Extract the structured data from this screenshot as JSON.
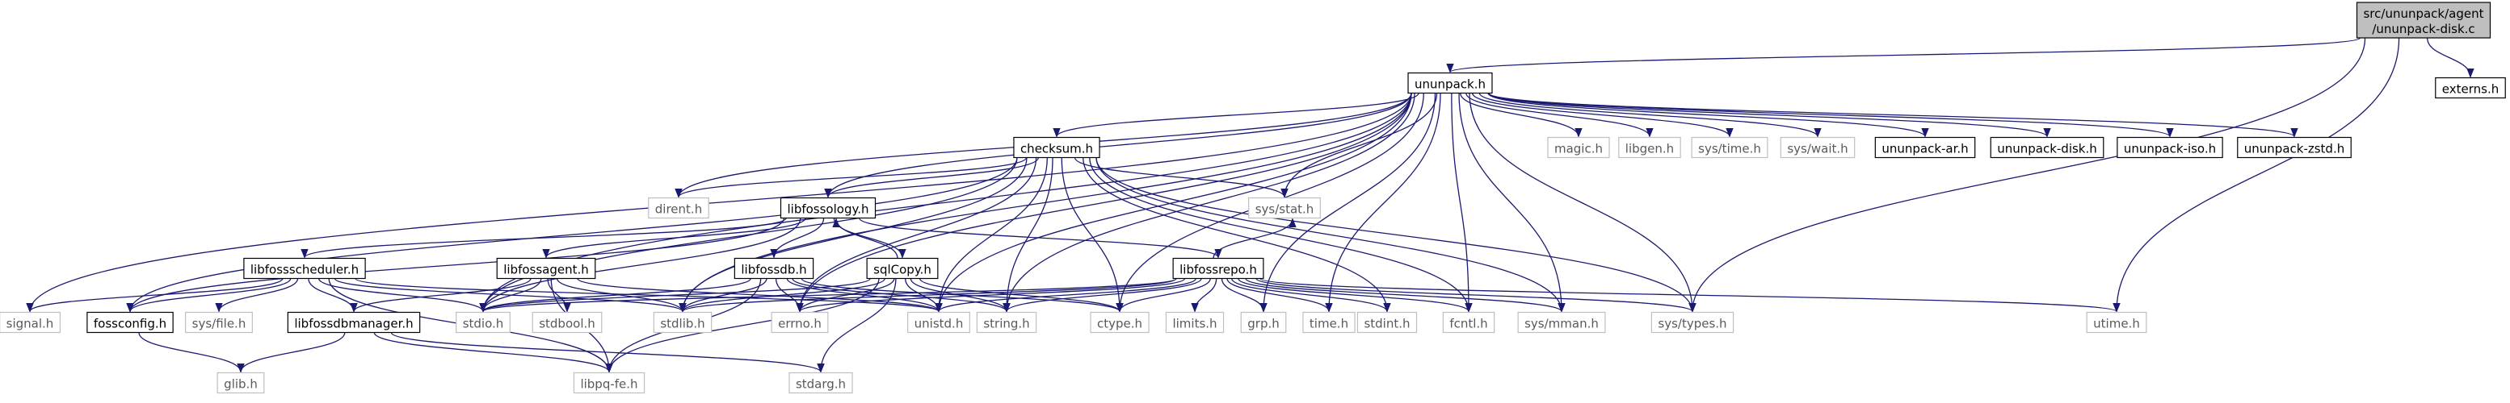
{
  "graph": {
    "colors": {
      "edge": "#191970",
      "node_border": "#000000",
      "node_border_faded": "#bfbfbf",
      "node_fill": "#ffffff",
      "root_fill": "#bfbfbf",
      "text": "#000000",
      "text_faded": "#595959"
    },
    "nodes": [
      {
        "id": "root",
        "lines": [
          "src/ununpack/agent",
          "/ununpack-disk.c"
        ],
        "style": "root"
      },
      {
        "id": "ununpack_h",
        "lines": [
          "ununpack.h"
        ],
        "style": "normal"
      },
      {
        "id": "externs_h",
        "lines": [
          "externs.h"
        ],
        "style": "normal"
      },
      {
        "id": "checksum_h",
        "lines": [
          "checksum.h"
        ],
        "style": "normal"
      },
      {
        "id": "magic_h",
        "lines": [
          "magic.h"
        ],
        "style": "faded"
      },
      {
        "id": "libgen_h",
        "lines": [
          "libgen.h"
        ],
        "style": "faded"
      },
      {
        "id": "systime_h",
        "lines": [
          "sys/time.h"
        ],
        "style": "faded"
      },
      {
        "id": "syswait_h",
        "lines": [
          "sys/wait.h"
        ],
        "style": "faded"
      },
      {
        "id": "ununpack_ar_h",
        "lines": [
          "ununpack-ar.h"
        ],
        "style": "normal"
      },
      {
        "id": "ununpack_disk_h",
        "lines": [
          "ununpack-disk.h"
        ],
        "style": "normal"
      },
      {
        "id": "ununpack_iso_h",
        "lines": [
          "ununpack-iso.h"
        ],
        "style": "normal"
      },
      {
        "id": "ununpack_zstd_h",
        "lines": [
          "ununpack-zstd.h"
        ],
        "style": "normal"
      },
      {
        "id": "dirent_h",
        "lines": [
          "dirent.h"
        ],
        "style": "faded"
      },
      {
        "id": "libfossology_h",
        "lines": [
          "libfossology.h"
        ],
        "style": "normal"
      },
      {
        "id": "sysstat_h",
        "lines": [
          "sys/stat.h"
        ],
        "style": "faded"
      },
      {
        "id": "libfossscheduler_h",
        "lines": [
          "libfossscheduler.h"
        ],
        "style": "normal"
      },
      {
        "id": "libfossagent_h",
        "lines": [
          "libfossagent.h"
        ],
        "style": "normal"
      },
      {
        "id": "libfossdb_h",
        "lines": [
          "libfossdb.h"
        ],
        "style": "normal"
      },
      {
        "id": "sqlcopy_h",
        "lines": [
          "sqlCopy.h"
        ],
        "style": "normal"
      },
      {
        "id": "libfossrepo_h",
        "lines": [
          "libfossrepo.h"
        ],
        "style": "normal"
      },
      {
        "id": "signal_h",
        "lines": [
          "signal.h"
        ],
        "style": "faded"
      },
      {
        "id": "fossconfig_h",
        "lines": [
          "fossconfig.h"
        ],
        "style": "normal"
      },
      {
        "id": "sysfile_h",
        "lines": [
          "sys/file.h"
        ],
        "style": "faded"
      },
      {
        "id": "libfossdbmanager_h",
        "lines": [
          "libfossdbmanager.h"
        ],
        "style": "normal"
      },
      {
        "id": "stdio_h",
        "lines": [
          "stdio.h"
        ],
        "style": "faded"
      },
      {
        "id": "stdbool_h",
        "lines": [
          "stdbool.h"
        ],
        "style": "faded"
      },
      {
        "id": "stdlib_h",
        "lines": [
          "stdlib.h"
        ],
        "style": "faded"
      },
      {
        "id": "errno_h",
        "lines": [
          "errno.h"
        ],
        "style": "faded"
      },
      {
        "id": "unistd_h",
        "lines": [
          "unistd.h"
        ],
        "style": "faded"
      },
      {
        "id": "string_h",
        "lines": [
          "string.h"
        ],
        "style": "faded"
      },
      {
        "id": "ctype_h",
        "lines": [
          "ctype.h"
        ],
        "style": "faded"
      },
      {
        "id": "limits_h",
        "lines": [
          "limits.h"
        ],
        "style": "faded"
      },
      {
        "id": "grp_h",
        "lines": [
          "grp.h"
        ],
        "style": "faded"
      },
      {
        "id": "time_h",
        "lines": [
          "time.h"
        ],
        "style": "faded"
      },
      {
        "id": "stdint_h",
        "lines": [
          "stdint.h"
        ],
        "style": "faded"
      },
      {
        "id": "fcntl_h",
        "lines": [
          "fcntl.h"
        ],
        "style": "faded"
      },
      {
        "id": "sysmman_h",
        "lines": [
          "sys/mman.h"
        ],
        "style": "faded"
      },
      {
        "id": "systypes_h",
        "lines": [
          "sys/types.h"
        ],
        "style": "faded"
      },
      {
        "id": "utime_h",
        "lines": [
          "utime.h"
        ],
        "style": "faded"
      },
      {
        "id": "glib_h",
        "lines": [
          "glib.h"
        ],
        "style": "faded"
      },
      {
        "id": "libpqfe_h",
        "lines": [
          "libpq-fe.h"
        ],
        "style": "faded"
      },
      {
        "id": "stdarg_h",
        "lines": [
          "stdarg.h"
        ],
        "style": "faded"
      }
    ],
    "edges": [
      [
        "root",
        "ununpack_h"
      ],
      [
        "root",
        "externs_h"
      ],
      [
        "root",
        "utime_h"
      ],
      [
        "root",
        "systypes_h"
      ],
      [
        "ununpack_h",
        "checksum_h"
      ],
      [
        "ununpack_h",
        "magic_h"
      ],
      [
        "ununpack_h",
        "libgen_h"
      ],
      [
        "ununpack_h",
        "systime_h"
      ],
      [
        "ununpack_h",
        "syswait_h"
      ],
      [
        "ununpack_h",
        "ununpack_ar_h"
      ],
      [
        "ununpack_h",
        "ununpack_disk_h"
      ],
      [
        "ununpack_h",
        "ununpack_iso_h"
      ],
      [
        "ununpack_h",
        "ununpack_zstd_h"
      ],
      [
        "ununpack_h",
        "dirent_h"
      ],
      [
        "ununpack_h",
        "libfossology_h"
      ],
      [
        "ununpack_h",
        "sysstat_h"
      ],
      [
        "ununpack_h",
        "signal_h"
      ],
      [
        "ununpack_h",
        "stdio_h"
      ],
      [
        "ununpack_h",
        "stdlib_h"
      ],
      [
        "ununpack_h",
        "errno_h"
      ],
      [
        "ununpack_h",
        "unistd_h"
      ],
      [
        "ununpack_h",
        "string_h"
      ],
      [
        "ununpack_h",
        "ctype_h"
      ],
      [
        "ununpack_h",
        "time_h"
      ],
      [
        "ununpack_h",
        "fcntl_h"
      ],
      [
        "ununpack_h",
        "sysmman_h"
      ],
      [
        "ununpack_h",
        "systypes_h"
      ],
      [
        "ununpack_h",
        "grp_h"
      ],
      [
        "checksum_h",
        "dirent_h"
      ],
      [
        "checksum_h",
        "libfossology_h"
      ],
      [
        "checksum_h",
        "sysstat_h"
      ],
      [
        "checksum_h",
        "stdio_h"
      ],
      [
        "checksum_h",
        "stdlib_h"
      ],
      [
        "checksum_h",
        "errno_h"
      ],
      [
        "checksum_h",
        "unistd_h"
      ],
      [
        "checksum_h",
        "string_h"
      ],
      [
        "checksum_h",
        "stdint_h"
      ],
      [
        "checksum_h",
        "fcntl_h"
      ],
      [
        "checksum_h",
        "sysmman_h"
      ],
      [
        "checksum_h",
        "systypes_h"
      ],
      [
        "checksum_h",
        "ctype_h"
      ],
      [
        "checksum_h",
        "fossconfig_h"
      ],
      [
        "libfossology_h",
        "libfossscheduler_h"
      ],
      [
        "libfossology_h",
        "libfossagent_h"
      ],
      [
        "libfossology_h",
        "libfossdb_h"
      ],
      [
        "libfossology_h",
        "sqlcopy_h"
      ],
      [
        "libfossology_h",
        "libfossrepo_h"
      ],
      [
        "libfossology_h",
        "fossconfig_h"
      ],
      [
        "libfossology_h",
        "stdio_h"
      ],
      [
        "sqlcopy_h",
        "libfossology_h"
      ],
      [
        "libfossscheduler_h",
        "signal_h"
      ],
      [
        "libfossscheduler_h",
        "fossconfig_h"
      ],
      [
        "libfossscheduler_h",
        "sysfile_h"
      ],
      [
        "libfossscheduler_h",
        "libfossdbmanager_h"
      ],
      [
        "libfossscheduler_h",
        "stdio_h"
      ],
      [
        "libfossscheduler_h",
        "stdlib_h"
      ],
      [
        "libfossscheduler_h",
        "unistd_h"
      ],
      [
        "libfossscheduler_h",
        "libpqfe_h"
      ],
      [
        "libfossagent_h",
        "libfossdbmanager_h"
      ],
      [
        "libfossagent_h",
        "stdio_h"
      ],
      [
        "libfossagent_h",
        "stdbool_h"
      ],
      [
        "libfossagent_h",
        "stdlib_h"
      ],
      [
        "libfossagent_h",
        "libpqfe_h"
      ],
      [
        "libfossagent_h",
        "unistd_h"
      ],
      [
        "libfossdb_h",
        "stdio_h"
      ],
      [
        "libfossdb_h",
        "stdlib_h"
      ],
      [
        "libfossdb_h",
        "errno_h"
      ],
      [
        "libfossdb_h",
        "unistd_h"
      ],
      [
        "libfossdb_h",
        "string_h"
      ],
      [
        "libfossdb_h",
        "ctype_h"
      ],
      [
        "libfossdb_h",
        "libpqfe_h"
      ],
      [
        "sqlcopy_h",
        "stdio_h"
      ],
      [
        "sqlcopy_h",
        "stdlib_h"
      ],
      [
        "sqlcopy_h",
        "errno_h"
      ],
      [
        "sqlcopy_h",
        "unistd_h"
      ],
      [
        "sqlcopy_h",
        "string_h"
      ],
      [
        "sqlcopy_h",
        "ctype_h"
      ],
      [
        "sqlcopy_h",
        "libpqfe_h"
      ],
      [
        "sqlcopy_h",
        "stdarg_h"
      ],
      [
        "libfossrepo_h",
        "stdio_h"
      ],
      [
        "libfossrepo_h",
        "stdlib_h"
      ],
      [
        "libfossrepo_h",
        "errno_h"
      ],
      [
        "libfossrepo_h",
        "unistd_h"
      ],
      [
        "libfossrepo_h",
        "string_h"
      ],
      [
        "libfossrepo_h",
        "ctype_h"
      ],
      [
        "libfossrepo_h",
        "limits_h"
      ],
      [
        "libfossrepo_h",
        "grp_h"
      ],
      [
        "libfossrepo_h",
        "time_h"
      ],
      [
        "libfossrepo_h",
        "stdint_h"
      ],
      [
        "libfossrepo_h",
        "fcntl_h"
      ],
      [
        "libfossrepo_h",
        "sysmman_h"
      ],
      [
        "libfossrepo_h",
        "systypes_h"
      ],
      [
        "libfossrepo_h",
        "utime_h"
      ],
      [
        "libfossrepo_h",
        "sysstat_h"
      ],
      [
        "fossconfig_h",
        "glib_h"
      ],
      [
        "libfossdbmanager_h",
        "glib_h"
      ],
      [
        "libfossdbmanager_h",
        "libpqfe_h"
      ],
      [
        "libfossdbmanager_h",
        "stdarg_h"
      ]
    ]
  }
}
